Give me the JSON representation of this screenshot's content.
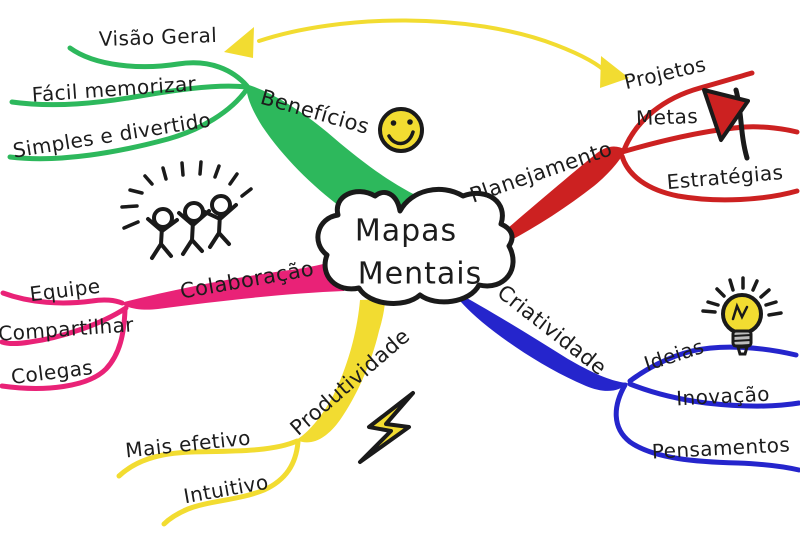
{
  "app": {
    "type": "mind-map-drawing",
    "language": "pt-BR"
  },
  "center": {
    "line1": "Mapas",
    "line2": "Mentais"
  },
  "colors": {
    "green": "#2db85c",
    "yellow": "#f2dc31",
    "red": "#cc2121",
    "pink": "#e92277",
    "blue": "#2525cc",
    "ink": "#1a1a1a",
    "white": "#ffffff",
    "bulb_gray": "#bdbdbd"
  },
  "branches": [
    {
      "label": "Benefícios",
      "color": "#2db85c",
      "icon": "smiley-face",
      "children": [
        "Visão Geral",
        "Fácil memorizar",
        "Simples e divertido"
      ]
    },
    {
      "label": "Planejamento",
      "color": "#cc2121",
      "icon": "red-flag",
      "children": [
        "Projetos",
        "Metas",
        "Estratégias"
      ]
    },
    {
      "label": "Colaboração",
      "color": "#e92277",
      "icon": "stick-figures",
      "children": [
        "Equipe",
        "Compartilhar",
        "Colegas"
      ]
    },
    {
      "label": "Produtividade",
      "color": "#f2dc31",
      "icon": "lightning-bolt",
      "children": [
        "Mais efetivo",
        "Intuitivo"
      ]
    },
    {
      "label": "Criatividade",
      "color": "#2525cc",
      "icon": "light-bulb",
      "children": [
        "Ideias",
        "Inovação",
        "Pensamentos"
      ]
    }
  ],
  "cross_link": {
    "from": "Planejamento",
    "to": "Benefícios",
    "style": "yellow-curved-arrow"
  }
}
